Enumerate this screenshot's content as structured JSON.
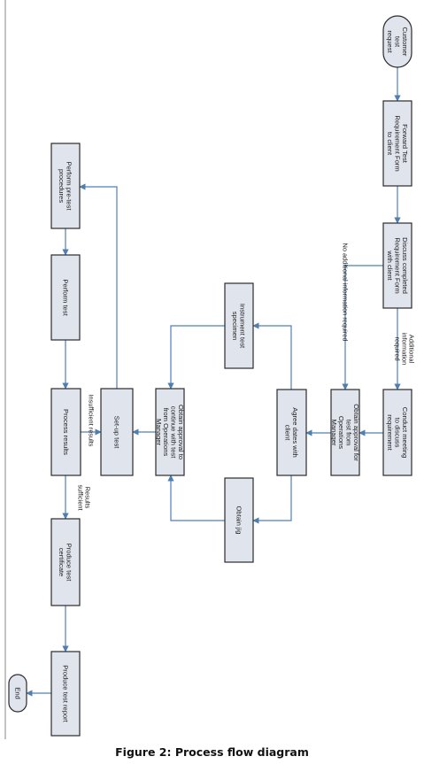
{
  "figure_caption": "Figure 2: Process flow diagram",
  "colors": {
    "box_fill": "#dfe4ed",
    "box_stroke": "#2b2b2b",
    "connector": "#4f7fb0",
    "divider": "#9a9a9a"
  },
  "nodes": {
    "customer_test_request": [
      "Customer",
      "test",
      "request"
    ],
    "forward_test_requirement_form": [
      "Forward Test",
      "Requirement Form",
      "to client"
    ],
    "discuss_completed_requirement_form": [
      "Discuss completed",
      "Requirement Form",
      "with client"
    ],
    "conduct_meeting": [
      "Conduct meeting",
      "to discuss",
      "requirement"
    ],
    "obtain_approval_for_test": [
      "Obtain approval for",
      "test from",
      "Operations",
      "Manager"
    ],
    "agree_dates_with_client": [
      "Agree dates with",
      "client"
    ],
    "instrument_test_specimen": [
      "Instrument test",
      "specimen"
    ],
    "obtain_jig": [
      "Obtain jig"
    ],
    "obtain_approval_to_continue": [
      "Obtain approval to",
      "continue with test",
      "from Operations",
      "Manager"
    ],
    "set_up_test": [
      "Set-up test"
    ],
    "perform_pre_test_procedures": [
      "Perform pre-test",
      "procedures"
    ],
    "perform_test": [
      "Perform test"
    ],
    "process_results": [
      "Process results"
    ],
    "produce_test_certificate": [
      "Produce test",
      "certificate"
    ],
    "produce_test_report": [
      "Produce test report"
    ],
    "end": [
      "End"
    ]
  },
  "edge_labels": {
    "no_additional_information_required": [
      "No additional information required"
    ],
    "additional_information_required": [
      "Additional",
      "information",
      "required"
    ],
    "insufficient_results": [
      "Insufficient results"
    ],
    "results_sufficient": [
      "Results",
      "sufficient"
    ]
  }
}
